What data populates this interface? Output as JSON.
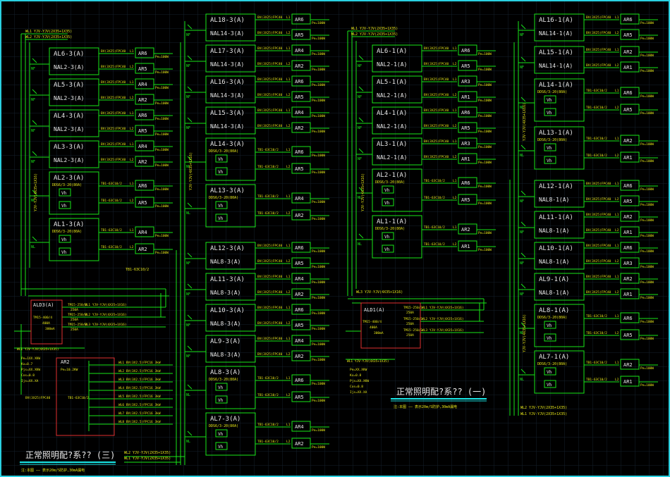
{
  "canvas": {
    "background": "#000000",
    "grid_color": "#15202b",
    "frame_color": "#2ad0e0"
  },
  "colors": {
    "green": "#19e619",
    "yellow": "#e6e619",
    "red": "#e03030",
    "cyan": "#19e6e6",
    "white": "#e8e8e8"
  },
  "titles": {
    "left": "正常照明配?系?? (三)",
    "right": "正常照明配?系?? (一)",
    "note_left": "注:本图 —— 表示20m/S防护,30mA漏电",
    "note_right": "注:本图 —— 表示20m/S防护,30mA漏电"
  },
  "feeder_labels": {
    "wl1_a": "WL1 YJV-YJV(2X35+1X35)",
    "wl2_a": "WL2 YJV-YJV(2X35+1X35)",
    "wl1_b": "WL1 YJV-YJV(2X35+1X35)",
    "wl2_b": "WL2 YJV-YJV(2X35+1X35)",
    "wl3_a": "WL3 YJV-YJV(4X35+1X16)",
    "riser": "YJV-YJV(4X35+1X16)",
    "bottom_c": "WL1 YJV-YJV(4X35+1X35)"
  },
  "col_a": [
    {
      "name": "AL6-3(A)",
      "sub": "NAL2-3(A)",
      "kind": "plain",
      "outs": [
        "AR6",
        "AR5"
      ]
    },
    {
      "name": "AL5-3(A)",
      "sub": "NAL2-3(A)",
      "kind": "plain",
      "outs": [
        "AR4",
        "AR2"
      ]
    },
    {
      "name": "AL4-3(A)",
      "sub": "NAL2-3(A)",
      "kind": "plain",
      "outs": [
        "AR6",
        "AR5"
      ]
    },
    {
      "name": "AL3-3(A)",
      "sub": "NAL2-3(A)",
      "kind": "plain",
      "outs": [
        "AR4",
        "AR2"
      ]
    },
    {
      "name": "AL2-3(A)",
      "sub": "",
      "kind": "meter",
      "outs": [
        "AR6",
        "AR5"
      ]
    },
    {
      "name": "AL1-3(A)",
      "sub": "",
      "kind": "meter",
      "outs": [
        "AR4",
        "AR2"
      ]
    }
  ],
  "col_b": [
    {
      "name": "AL18-3(A)",
      "sub": "NAL14-3(A)",
      "kind": "plain",
      "outs": [
        "AR6",
        "AR5"
      ]
    },
    {
      "name": "AL17-3(A)",
      "sub": "NAL14-3(A)",
      "kind": "plain",
      "outs": [
        "AR4",
        "AR2"
      ]
    },
    {
      "name": "AL16-3(A)",
      "sub": "NAL14-3(A)",
      "kind": "plain",
      "outs": [
        "AR6",
        "AR5"
      ]
    },
    {
      "name": "AL15-3(A)",
      "sub": "NAL14-3(A)",
      "kind": "plain",
      "outs": [
        "AR4",
        "AR2"
      ]
    },
    {
      "name": "AL14-3(A)",
      "sub": "",
      "kind": "meter",
      "outs": [
        "AR6",
        "AR5"
      ]
    },
    {
      "name": "AL13-3(A)",
      "sub": "",
      "kind": "meter",
      "outs": [
        "AR4",
        "AR2"
      ]
    },
    {
      "name": "AL12-3(A)",
      "sub": "NAL8-3(A)",
      "kind": "plain",
      "outs": [
        "AR6",
        "AR5"
      ]
    },
    {
      "name": "AL11-3(A)",
      "sub": "NAL8-3(A)",
      "kind": "plain",
      "outs": [
        "AR4",
        "AR2"
      ]
    },
    {
      "name": "AL10-3(A)",
      "sub": "NAL8-3(A)",
      "kind": "plain",
      "outs": [
        "AR6",
        "AR5"
      ]
    },
    {
      "name": "AL9-3(A)",
      "sub": "NAL8-3(A)",
      "kind": "plain",
      "outs": [
        "AR4",
        "AR2"
      ]
    },
    {
      "name": "AL8-3(A)",
      "sub": "",
      "kind": "meter",
      "outs": [
        "AR6",
        "AR5"
      ]
    },
    {
      "name": "AL7-3(A)",
      "sub": "",
      "kind": "meter",
      "outs": [
        "AR4",
        "AR2"
      ]
    }
  ],
  "col_c": [
    {
      "name": "AL6-1(A)",
      "sub": "NAL2-1(A)",
      "kind": "plain",
      "outs": [
        "AR6",
        "AR5"
      ]
    },
    {
      "name": "AL5-1(A)",
      "sub": "NAL2-1(A)",
      "kind": "plain",
      "outs": [
        "AR3",
        "AR1"
      ]
    },
    {
      "name": "AL4-1(A)",
      "sub": "NAL2-1(A)",
      "kind": "plain",
      "outs": [
        "AR6",
        "AR5"
      ]
    },
    {
      "name": "AL3-1(A)",
      "sub": "NAL2-1(A)",
      "kind": "plain",
      "outs": [
        "AR3",
        "AR1"
      ]
    },
    {
      "name": "AL2-1(A)",
      "sub": "",
      "kind": "meter",
      "outs": [
        "AR6",
        "AR5"
      ]
    },
    {
      "name": "AL1-1(A)",
      "sub": "",
      "kind": "meter",
      "outs": [
        "AR2",
        "AR1"
      ]
    }
  ],
  "col_d": [
    {
      "name": "AL16-1(A)",
      "sub": "NAL14-1(A)",
      "kind": "plain",
      "outs": [
        "AR6",
        "AR5"
      ]
    },
    {
      "name": "AL15-1(A)",
      "sub": "NAL14-1(A)",
      "kind": "plain",
      "outs": [
        "AR2",
        "AR1"
      ]
    },
    {
      "name": "AL14-1(A)",
      "sub": "",
      "kind": "meter",
      "outs": [
        "AR6",
        "AR5"
      ]
    },
    {
      "name": "AL13-1(A)",
      "sub": "",
      "kind": "meter",
      "outs": [
        "AR2",
        "AR1"
      ]
    },
    {
      "name": "AL12-1(A)",
      "sub": "NAL8-1(A)",
      "kind": "plain",
      "outs": [
        "AR6",
        "AR5"
      ]
    },
    {
      "name": "AL11-1(A)",
      "sub": "NAL8-1(A)",
      "kind": "plain",
      "outs": [
        "AR2",
        "AR1"
      ]
    },
    {
      "name": "AL10-1(A)",
      "sub": "NAL8-1(A)",
      "kind": "plain",
      "outs": [
        "AR6",
        "AR3"
      ]
    },
    {
      "name": "AL9-1(A)",
      "sub": "NAL8-1(A)",
      "kind": "plain",
      "outs": [
        "AR2",
        "AR1"
      ]
    },
    {
      "name": "AL8-1(A)",
      "sub": "",
      "kind": "meter",
      "outs": [
        "AR6",
        "AR5"
      ]
    },
    {
      "name": "AL7-1(A)",
      "sub": "",
      "kind": "meter",
      "outs": [
        "AR2",
        "AR1"
      ]
    }
  ],
  "texts": {
    "branch_cable": "BV(3X25)FPC40",
    "branch_cable_l1": "L1",
    "branch_cable_l2": "L2",
    "power": "Pe=100W",
    "meter_label": "Vh",
    "breaker": "TB1-63C10/2",
    "breaker_main": "DDS6/3-20(80A)",
    "tag_nf": "NF",
    "tag_nl": "NL"
  },
  "main_panels": {
    "left": {
      "name": "ALD3(A)",
      "breakers": [
        "TM15-250/3 250A",
        "TM15-250/3 250A",
        "TM15-250/3 250A"
      ],
      "in_breaker": "TM15-400/4 400A",
      "leak": "300mA",
      "feeders": [
        "WL1 YJV-YJV(4X35+1X16)",
        "WL2 YJV-YJV(4X35+1X16)",
        "WL3 YJV-YJV(4X35+1X16)"
      ],
      "spec": [
        "Pe=1XX.XKW",
        "Kx=0.7",
        "Pjs=XX.XKW",
        "Cos=0.8",
        "Ijs=XX.XA"
      ]
    },
    "right": {
      "name": "ALD1(A)",
      "breakers": [
        "TM15-250/3 250A",
        "TM15-250/3 250A",
        "TM15-250/3 250A"
      ],
      "in_breaker": "TM15-400/4 400A",
      "leak": "300mA",
      "feeders": [
        "WL1 YJV-YJV(4X35+1X16)",
        "WL2 YJV-YJV(4X35+1X16)",
        "WL3 YJV-YJV(4X35+1X16)"
      ],
      "spec": [
        "Pe=XX.XKW",
        "Kx=0.8",
        "Pjs=XX.XKW",
        "Cos=0.8",
        "Ijs=XX.XA"
      ]
    },
    "ar2": {
      "name": "AR2",
      "sub": "Pe=10.2KW",
      "rows": [
        "WL1 BV(3X2.5)FPC16 3kW",
        "WL2 BV(3X2.5)FPC16 3kW",
        "WL3 BV(3X2.5)FPC16 3kW",
        "WL4 BV(3X2.5)FPC16 3kW",
        "WL5 BV(3X2.5)FPC16 3kW",
        "WL6 BV(3X2.5)FPC16 3kW",
        "WL7 BV(3X2.5)FPC16 3kW",
        "WL8 BV(3X2.5)FPC16 3kW"
      ]
    }
  }
}
